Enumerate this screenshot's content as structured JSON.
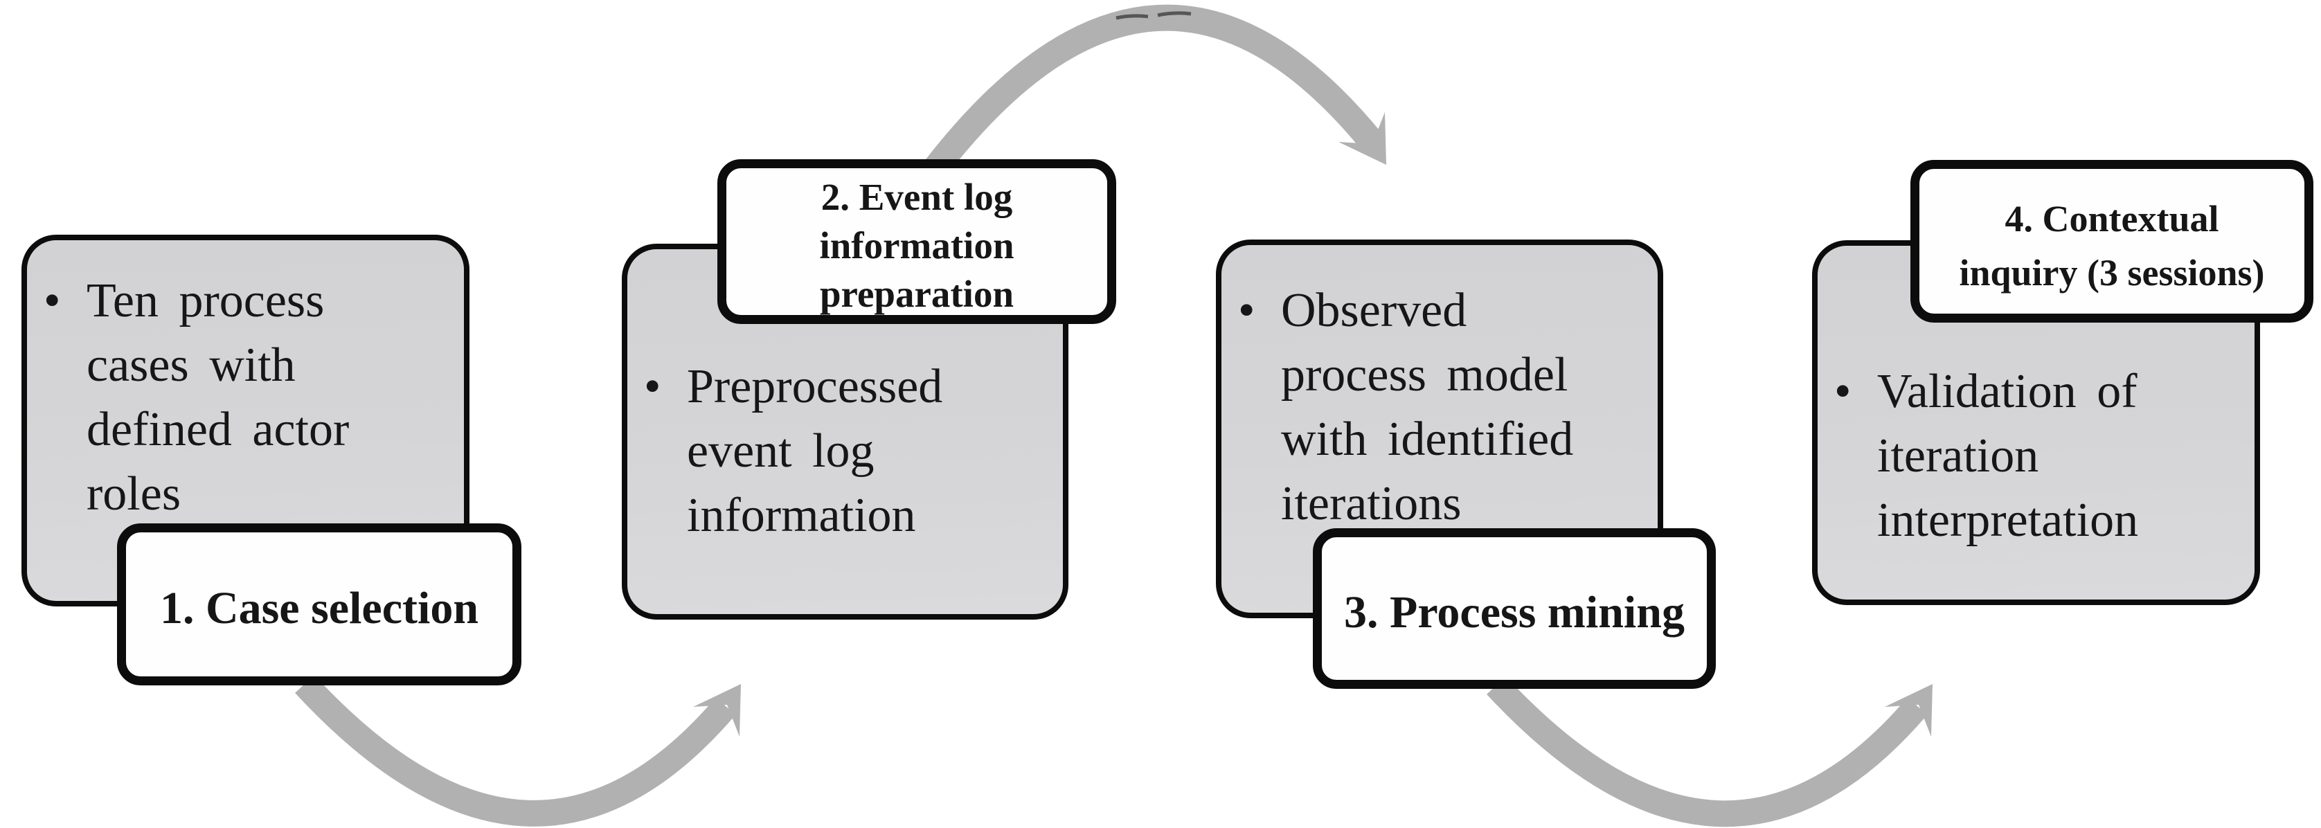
{
  "figure": {
    "type": "process-flow-diagram",
    "bullet_glyph": "•",
    "colors": {
      "bg": "#ffffff",
      "box_fill": "#d5d5d7",
      "box_border": "#0c0c0c",
      "label_fill": "#fefefe",
      "label_border": "#0c0c0c",
      "arrow": "#b1b1b1",
      "text": "#161616"
    },
    "stages": [
      {
        "label": "1. Case selection",
        "label_lines": [
          "1. Case selection"
        ],
        "label_position": "bottom-left",
        "bullet_text": "Ten process cases with defined actor roles",
        "bullet_lines": [
          "Ten process",
          "cases with",
          "defined actor",
          "roles"
        ]
      },
      {
        "label": "2. Event log information preparation",
        "label_lines": [
          "2. Event log",
          "information",
          "preparation"
        ],
        "label_position": "top-right",
        "bullet_text": "Preprocessed event log information",
        "bullet_lines": [
          "Preprocessed",
          "event log",
          "information"
        ]
      },
      {
        "label": "3. Process mining",
        "label_lines": [
          "3. Process mining"
        ],
        "label_position": "bottom-left",
        "bullet_text": "Observed process model with identified iterations",
        "bullet_lines": [
          "Observed",
          "process model",
          "with identified",
          "iterations"
        ]
      },
      {
        "label": "4. Contextual inquiry (3 sessions)",
        "label_lines": [
          "4. Contextual",
          "inquiry (3 sessions)"
        ],
        "label_position": "top-right",
        "bullet_text": "Validation of iteration interpretation",
        "bullet_lines": [
          "Validation of",
          "iteration",
          "interpretation"
        ]
      }
    ],
    "arrows": [
      {
        "name": "arrow-1-2",
        "from": "1. Case selection",
        "to": "2. Event log information preparation",
        "shape": "curves-below",
        "pointing": "up-right"
      },
      {
        "name": "arrow-2-3",
        "from": "2. Event log information preparation",
        "to": "3. Process mining",
        "shape": "curves-above",
        "pointing": "down-right"
      },
      {
        "name": "arrow-3-4",
        "from": "3. Process mining",
        "to": "4. Contextual inquiry (3 sessions)",
        "shape": "curves-below",
        "pointing": "up-right"
      }
    ]
  }
}
